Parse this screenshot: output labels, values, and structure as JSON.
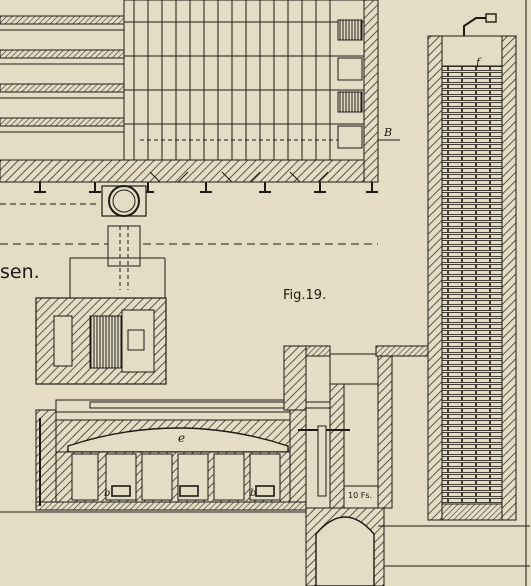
{
  "colors": {
    "paper": "#e4dcc4",
    "ink": "#1d1a14",
    "hatch": "#3a342a"
  },
  "labels": {
    "caption_partial": "sen.",
    "figure": "Fig.19.",
    "letter_b": "B",
    "letter_e": "e",
    "letter_f": "f",
    "letter_b_small_1": "b",
    "letter_b_small_2": "b",
    "scale_note": "10 Fs."
  }
}
